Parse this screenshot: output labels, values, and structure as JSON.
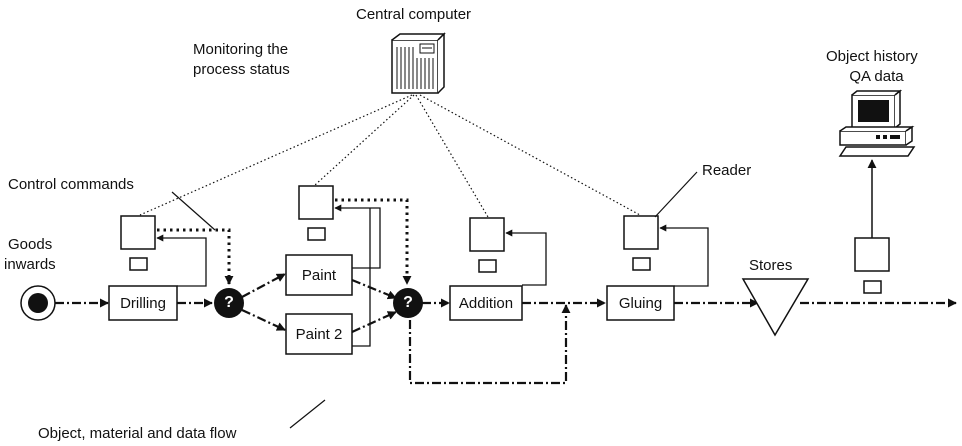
{
  "labels": {
    "central_computer": "Central computer",
    "monitoring_line1": "Monitoring the",
    "monitoring_line2": "process status",
    "object_history_line1": "Object history",
    "object_history_line2": "QA data",
    "control_commands": "Control commands",
    "reader": "Reader",
    "goods_line1": "Goods",
    "goods_line2": "inwards",
    "stores": "Stores",
    "flow_caption": "Object, material and data flow"
  },
  "stations": {
    "drilling": "Drilling",
    "paint": "Paint",
    "paint2": "Paint 2",
    "addition": "Addition",
    "gluing": "Gluing"
  },
  "decision_symbol": "?",
  "icons": {
    "central": "server-tower-icon",
    "terminal": "desktop-computer-icon",
    "reader": "reader-device-icon",
    "source": "goods-inwards-source-icon",
    "store": "stores-triangle-icon"
  },
  "colors": {
    "line": "#111111",
    "background": "#ffffff"
  }
}
